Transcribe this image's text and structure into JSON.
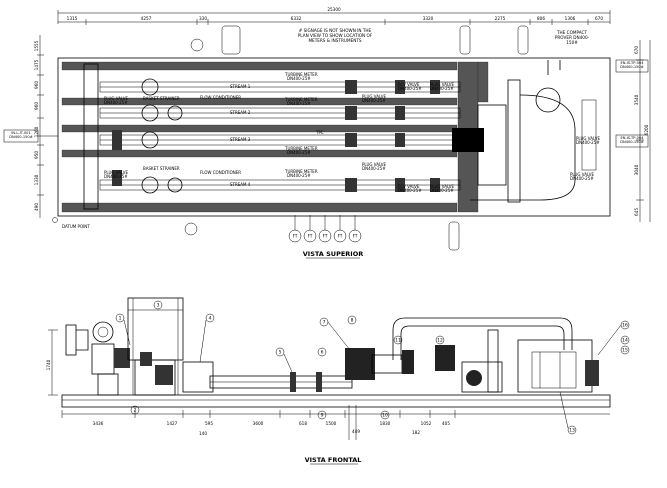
{
  "top_view": {
    "title": "VISTA SUPERIOR",
    "overall_dim": "25300",
    "top_dims": [
      "1315",
      "4257",
      "330",
      "6332",
      "3320",
      "2275",
      "806",
      "1306",
      "670"
    ],
    "left_dims": [
      "1555",
      "1475",
      "960",
      "960",
      "1260",
      "950",
      "1330",
      "490"
    ],
    "right_dims": [
      "670",
      "6200",
      "3540",
      "3040",
      "645"
    ],
    "streams": [
      "STREAM 1",
      "STREAM 2",
      "STREAM 3",
      "STREAM 4"
    ],
    "turbine_meter": "TURBINE METER",
    "dn": "DN400-25#",
    "plug_valve": "PLUG VALVE",
    "fcv_valve": "FCV VALVE",
    "basket_strainer": "BASKET STRAINER",
    "flow_conditioner": "FLOW CONDITIONER",
    "tpc_label": "TPC",
    "signage_note": "# SIGNAGE IS NOT SHOWN IN THE PLAN VIEW TO SHOW LOCATION OF METERS & INSTRUMENTS",
    "compact_prover": "THE COMPACT PROVER DN400-150#",
    "datum_point": "DATUM POINT",
    "tag_left": "IN-L-IT-001 DN400-150#",
    "tag_right": "EN-IS-TP-004 DN400-150#",
    "callouts": [
      "FT",
      "FT",
      "FT",
      "FT",
      "FT"
    ]
  },
  "front_view": {
    "title": "VISTA FRONTAL",
    "bottom_dims": [
      "3436",
      "1427",
      "595",
      "3600",
      "618",
      "1500",
      "1830",
      "1052",
      "405"
    ],
    "extra_dims": [
      "140",
      "449",
      "182"
    ],
    "height_dim": "1740",
    "balloons": [
      "1",
      "2",
      "3",
      "4",
      "5",
      "6",
      "7",
      "8",
      "9",
      "10",
      "11",
      "12",
      "13",
      "14",
      "15",
      "16"
    ]
  }
}
